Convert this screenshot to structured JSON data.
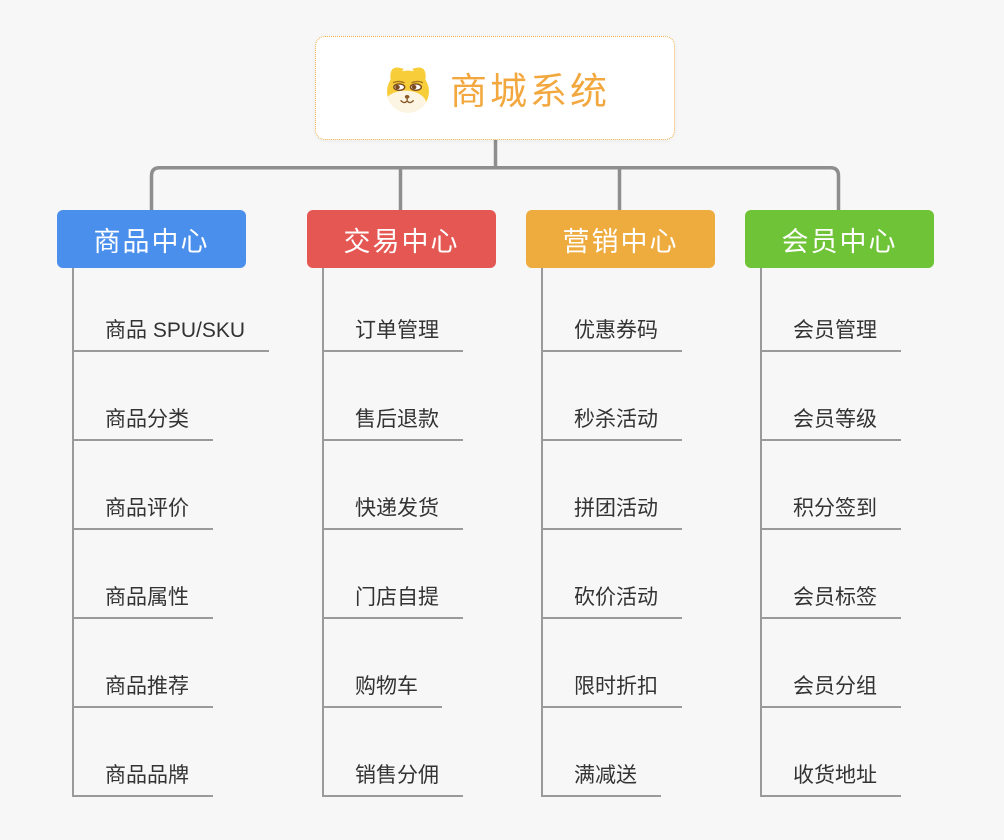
{
  "page": {
    "background": "#f7f7f7",
    "connector_color": "#8e8e8e",
    "underline_color": "#9a9a9a",
    "child_text_color": "#333333"
  },
  "root": {
    "title": "商城系统",
    "icon": "doge-icon",
    "title_color": "#f3a83f",
    "border_color": "#f2b04a"
  },
  "branches": [
    {
      "label": "商品中心",
      "color": "#4a8fec",
      "children": [
        "商品 SPU/SKU",
        "商品分类",
        "商品评价",
        "商品属性",
        "商品推荐",
        "商品品牌"
      ]
    },
    {
      "label": "交易中心",
      "color": "#e55752",
      "children": [
        "订单管理",
        "售后退款",
        "快递发货",
        "门店自提",
        "购物车",
        "销售分佣"
      ]
    },
    {
      "label": "营销中心",
      "color": "#eeab3e",
      "children": [
        "优惠券码",
        "秒杀活动",
        "拼团活动",
        "砍价活动",
        "限时折扣",
        "满减送"
      ]
    },
    {
      "label": "会员中心",
      "color": "#6fc337",
      "children": [
        "会员管理",
        "会员等级",
        "积分签到",
        "会员标签",
        "会员分组",
        "收货地址"
      ]
    }
  ]
}
